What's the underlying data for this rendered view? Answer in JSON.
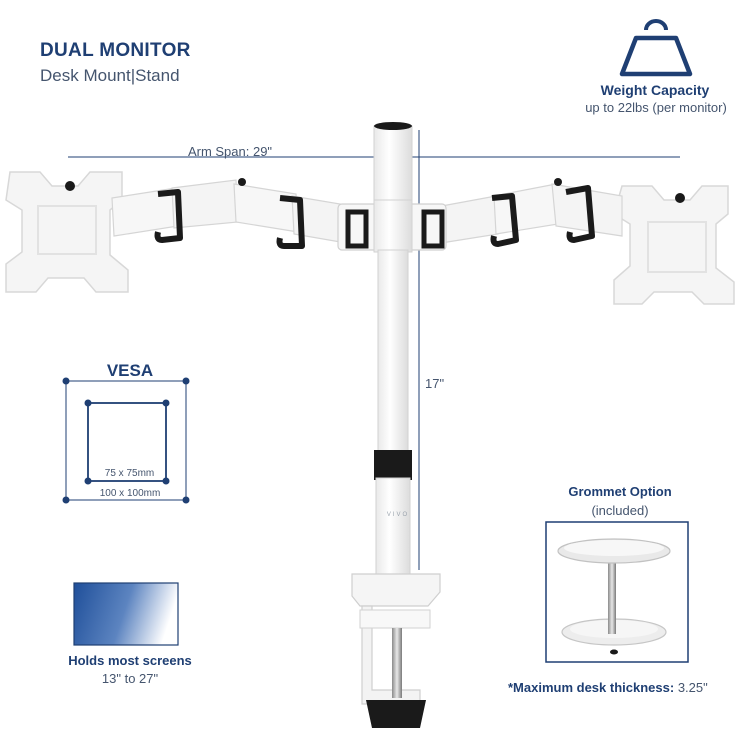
{
  "header": {
    "title": "DUAL MONITOR",
    "subtitle": "Desk Mount|Stand"
  },
  "capacity": {
    "icon": "weight-icon",
    "title": "Weight Capacity",
    "subtitle": "up to 22lbs (per monitor)"
  },
  "dimensions": {
    "arm_span": "Arm Span: 29\"",
    "height": "17\""
  },
  "vesa": {
    "title": "VESA",
    "small": "75 x 75mm",
    "large": "100 x 100mm"
  },
  "screens": {
    "title": "Holds most screens",
    "subtitle": "13\" to 27\""
  },
  "grommet": {
    "title": "Grommet Option",
    "subtitle": "(included)"
  },
  "desk": {
    "label": "*Maximum desk thickness:",
    "value": "3.25\""
  },
  "brand": "VIVO",
  "colors": {
    "accent": "#1f3f73",
    "text_gray": "#45556e",
    "mount_white": "#f7f7f7",
    "black_parts": "#1a1a1a"
  }
}
